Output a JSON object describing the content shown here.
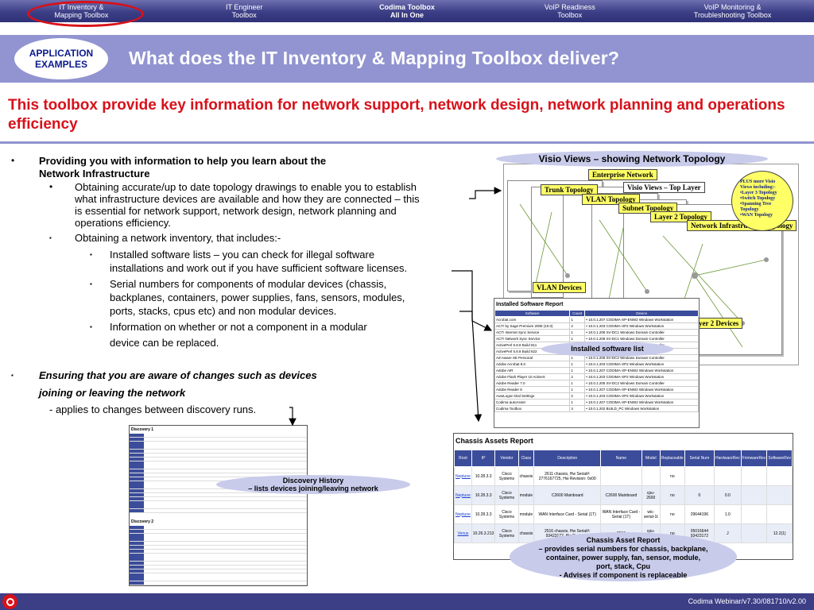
{
  "nav": {
    "items": [
      {
        "line1": "IT Inventory &",
        "line2": "Mapping Toolbox"
      },
      {
        "line1": "IT Engineer",
        "line2": "Toolbox"
      },
      {
        "line1": "Codima Toolbox",
        "line2": "All In One"
      },
      {
        "line1": "VoIP Readiness",
        "line2": "Toolbox"
      },
      {
        "line1": "VoIP Monitoring &",
        "line2": "Troubleshooting Toolbox"
      }
    ]
  },
  "header": {
    "badge_line1": "APPLICATION",
    "badge_line2": "EXAMPLES",
    "title": "What does the IT Inventory & Mapping Toolbox deliver?"
  },
  "subtitle": "This toolbox provide key information for network support, network design, network planning and operations efficiency",
  "bullets": {
    "b1_line1": "Providing you with information to help you learn about the",
    "b1_line2": "Network Infrastructure",
    "s1_line1": "Obtaining accurate/up to date topology drawings to enable you to establish",
    "s1_line2": "what infrastructure devices are available and how they are connected – this",
    "s1_line3": "is essential for network support, network design, network planning and",
    "s1_line4": "operations efficiency.",
    "s2": "Obtaining a network inventory, that includes:-",
    "t1_line1": "Installed software lists – you can check for illegal software",
    "t1_line2": "installations and work out if you have sufficient software licenses.",
    "t2_line1": "Serial numbers for components of modular devices (chassis,",
    "t2_line2": "backplanes, containers, power supplies, fans, sensors, modules,",
    "t2_line3": "ports, stacks, cpus etc) and non modular devices.",
    "t3_line1": "Information on whether or not a component in a modular",
    "t3_line2": "device can be replaced.",
    "b2_line1": "Ensuring that you are aware of changes such as devices",
    "b2_line2": "joining or leaving the network",
    "b2_sub": "- applies to changes between discovery runs."
  },
  "visio": {
    "label": "Visio Views – showing Network Topology",
    "enterprise": "Enterprise Network",
    "top_layer": "Visio Views – Top Layer",
    "trunk": "Trunk Topology",
    "vlan_topology": "VLAN Topology",
    "subnet": "Subnet Topology",
    "layer2": "Layer 2 Topology",
    "infra": "Network Infrastructure Topology",
    "vlan_devices": "VLAN Devices",
    "layer2_devices": "yer 2 Devices",
    "plus_note": "PLUS more Visio\nViews including:-\n•Layer 3 Topology\n•Switch Topology\n•Spanning Tree Topology\n•WAN Topology"
  },
  "software": {
    "title": "Installed Software Report",
    "label": "Installed software list",
    "headers": [
      "Software",
      "Count",
      "Device"
    ],
    "rows": [
      [
        "Acrobat.com",
        "1",
        "• 10.0.1.207 CODIMA-XP-ENW2 Windows Workstation"
      ],
      [
        "ACT! by Sage Premium 2008 (10.0)",
        "2",
        "• 10.0.1.203 CODIMA-XP2 Windows Workstation"
      ],
      [
        "ACT! Internet Sync Service",
        "1",
        "• 10.0.1.208 SV-DC1 Windows Domain Controller"
      ],
      [
        "ACT! Network Sync Service",
        "1",
        "• 10.0.1.208 SV-DC1 Windows Domain Controller"
      ],
      [
        "ActivePerl 5.8.8 Build 811",
        "1",
        "• 10.0.1.208 SV-DC1 Windows Domain Controller"
      ],
      [
        "ActivePerl 5.8.8 Build 822",
        "1",
        "• 10.0.1.203 CODIMA-XP2 Windows Workstation"
      ],
      [
        "Ad-Aware SE Personal",
        "1",
        "• 10.0.1.205 SV-DC2 Windows Domain Controller"
      ],
      [
        "Adobe Acrobat 8.0",
        "1",
        "• 10.0.1.203 CODIMA-XP2 Windows Workstation"
      ],
      [
        "Adobe AIR",
        "1",
        "• 10.0.1.207 CODIMA-XP-ENW2 Windows Workstation"
      ],
      [
        "Adobe Flash Player 10 ActiveX",
        "2",
        "• 10.0.1.203 CODIMA-XP2 Windows Workstation"
      ],
      [
        "Adobe Reader 7.0",
        "1",
        "• 10.0.1.205 SV-DC2 Windows Domain Controller"
      ],
      [
        "Adobe Reader 8",
        "1",
        "• 10.0.1.207 CODIMA-XP-ENW2 Windows Workstation"
      ],
      [
        "AutoLogon Dial Settings",
        "2",
        "• 10.0.1.203 CODIMA-XP2 Windows Workstation"
      ],
      [
        "Codima autoAsset",
        "1",
        "• 10.0.1.207 CODIMA-XP-ENW2 Windows Workstation"
      ],
      [
        "Codima Toolbox",
        "4",
        "• 10.0.1.202 BUILD_PC Windows Workstation"
      ]
    ]
  },
  "chassis": {
    "title": "Chassis Assets Report",
    "headers": [
      "Root",
      "IP",
      "Vendor",
      "Class",
      "Description",
      "Name",
      "Model",
      "Replaceable",
      "Serial Num",
      "HardwareRev",
      "FirmwareRev",
      "SoftwareRev"
    ],
    "rows": [
      [
        "Neptune",
        "10.28.3.3",
        "Cisco Systems",
        "chassis",
        "2611 chassis, Hw Serial#: 2776167725, Hw Revision: 0x00",
        "",
        "",
        "no",
        "",
        "",
        "",
        ""
      ],
      [
        "Neptune",
        "10.28.3.3",
        "Cisco Systems",
        "module",
        "C2600 Mainboard",
        "C2600 Mainboard",
        "cpu-2600",
        "no",
        "0",
        "0.0",
        "",
        ""
      ],
      [
        "Neptune",
        "10.28.3.3",
        "Cisco Systems",
        "module",
        "WAN Interface Card - Serial (1T)",
        "WAN Interface Card - Serial (1T)",
        "wic-serial-1t",
        "no",
        "29644196",
        "1.0",
        "",
        ""
      ],
      [
        "Venus",
        "10.26.3.213",
        "Cisco Systems",
        "chassis",
        "2516 chassis, Hw Serial#: 93423172, Hw Revision:",
        "2516",
        "cpu-2500",
        "no",
        "05016644 93423172",
        "J",
        "",
        "12.2(1)"
      ]
    ],
    "label_line1": "Chassis Asset Report",
    "label_line2": "– provides serial numbers for chassis, backplane,",
    "label_line3": "container, power supply, fan, sensor, module,",
    "label_line4": "port, stack, Cpu",
    "label_line5": "- Advises if component is replaceable"
  },
  "discovery": {
    "heading1": "Discovery 1",
    "heading2": "Discovery 2",
    "label_line1": "Discovery History",
    "label_line2": "– lists devices joining/leaving network"
  },
  "footer": {
    "text": "Codima Webinar/v7.30/081710/v2.00"
  },
  "colors": {
    "nav": "#3c3e86",
    "header": "#9194d0",
    "accent_red": "#d8111a",
    "label_bubble": "#c9cbeb",
    "table_header": "#3b4c9a"
  }
}
